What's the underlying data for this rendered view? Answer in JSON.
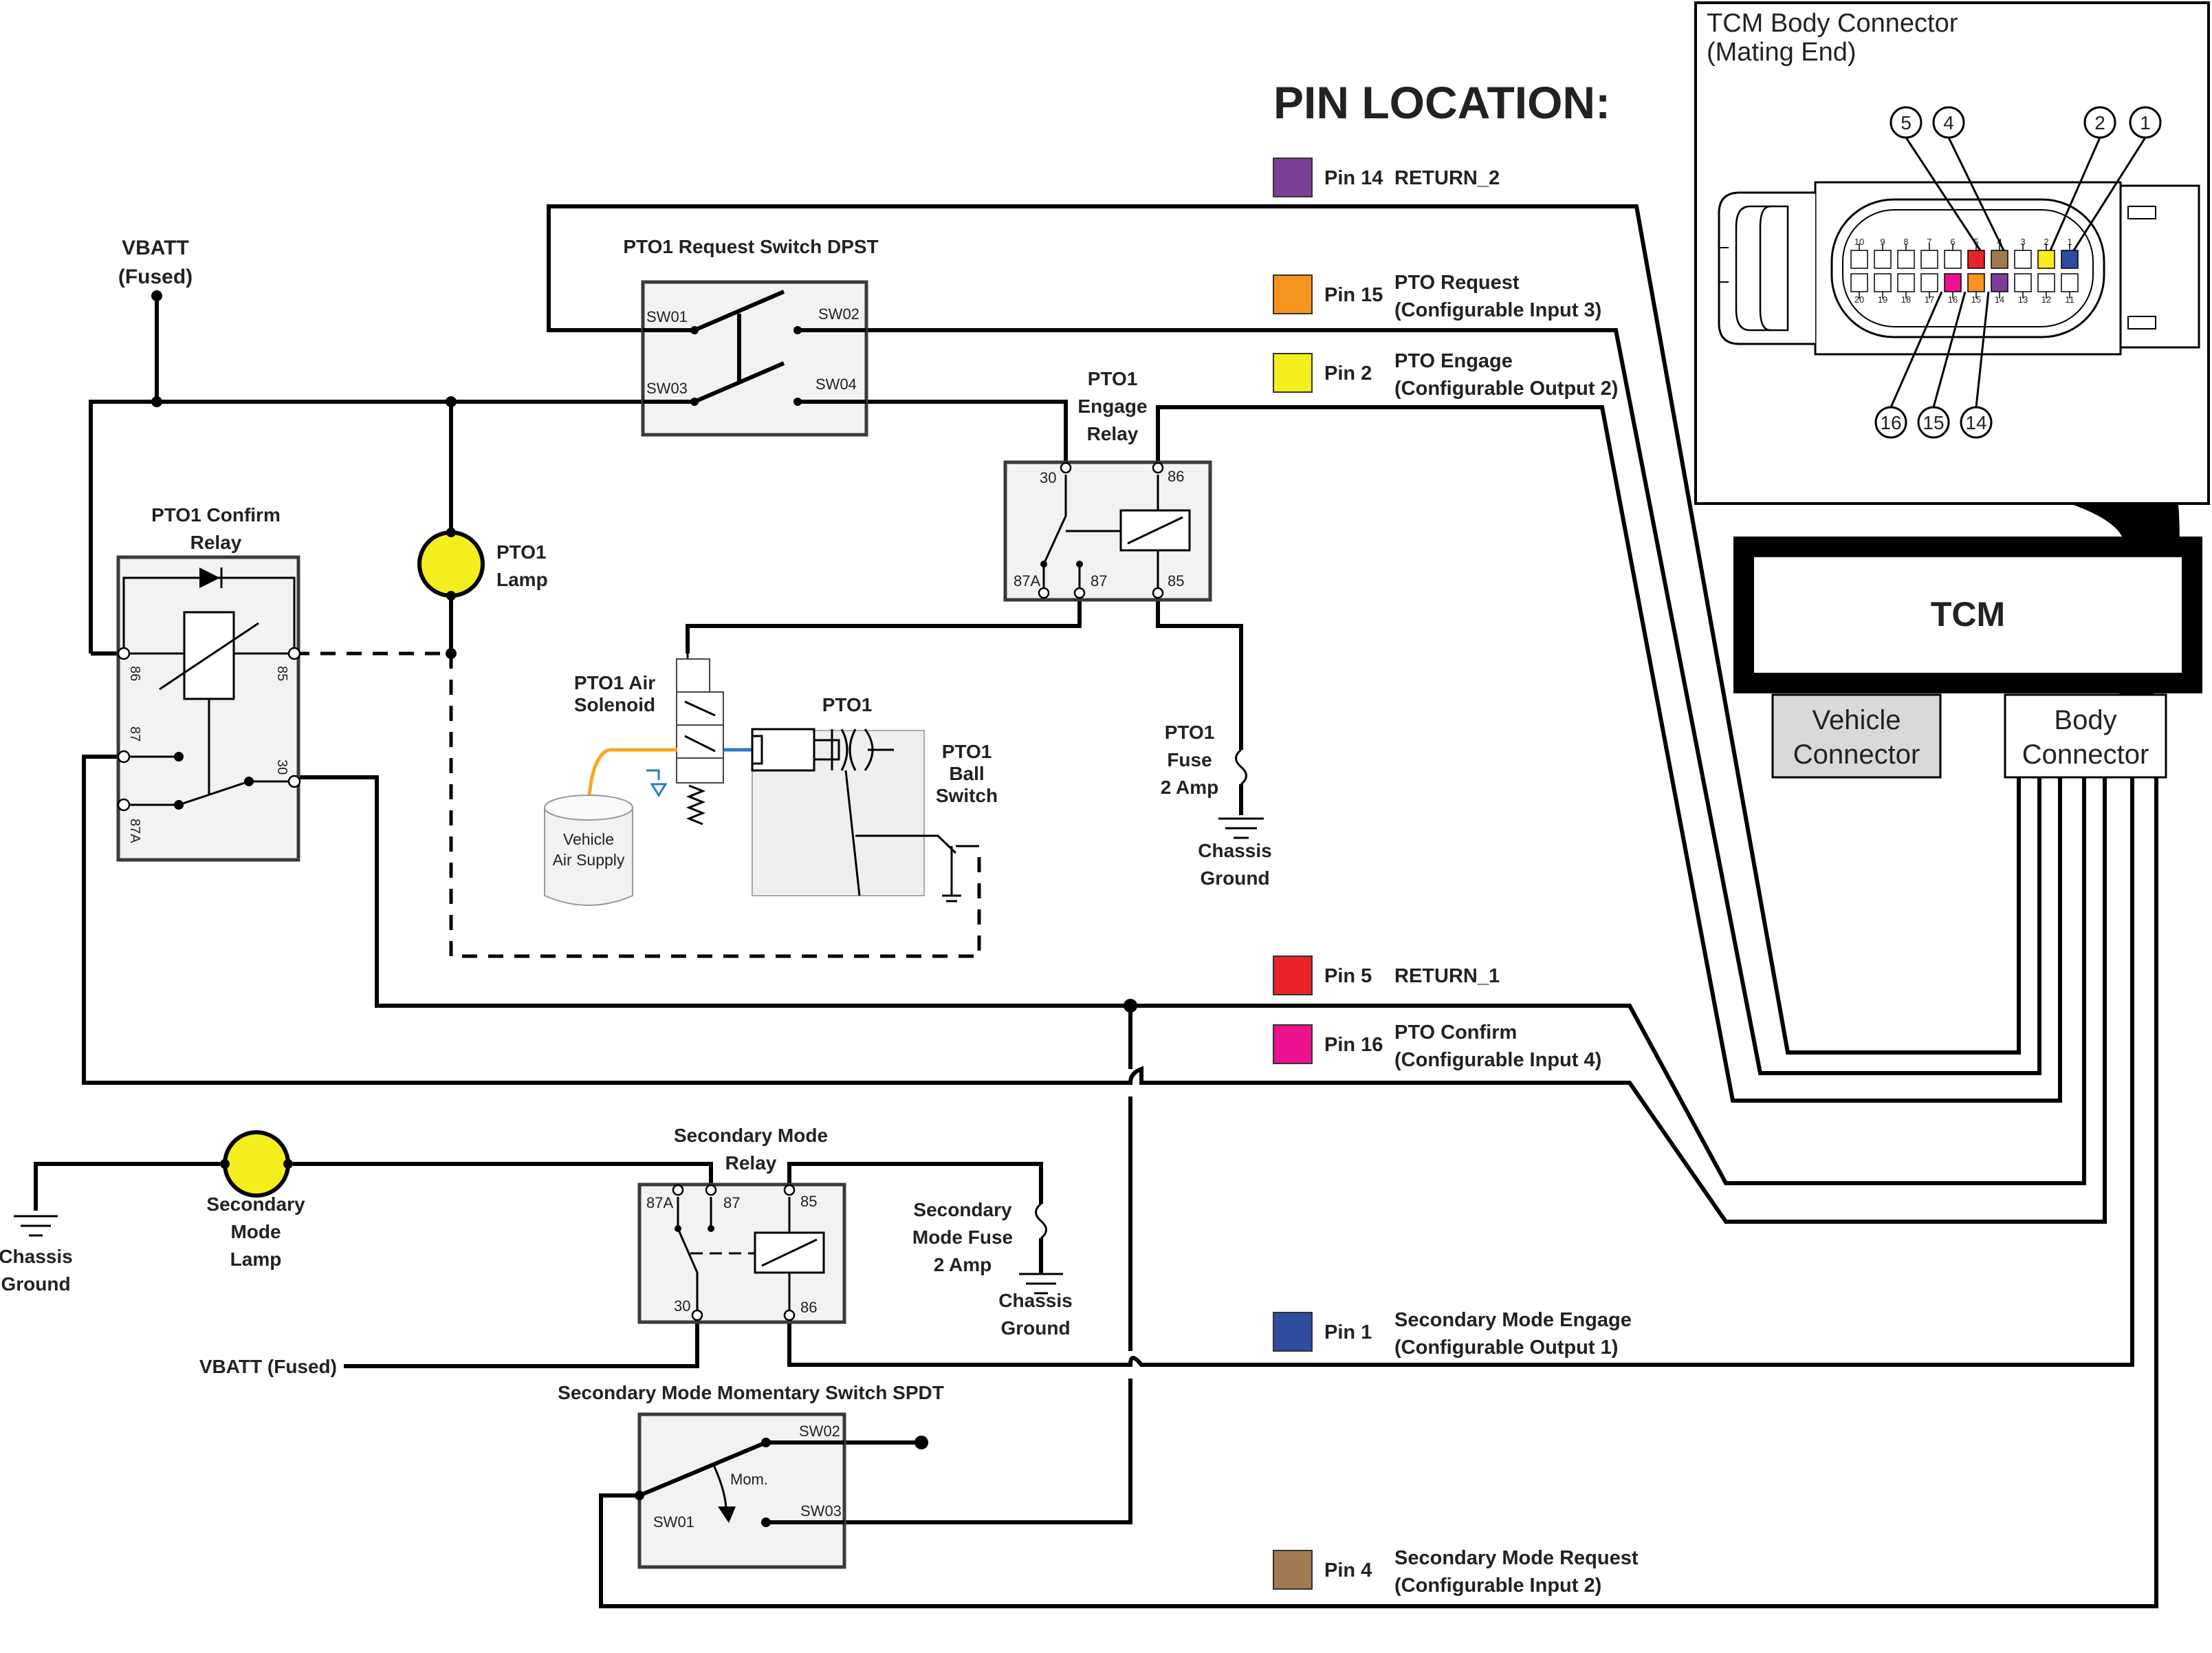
{
  "title": "PIN LOCATION:",
  "tcm": {
    "label": "TCM",
    "vehicle_connector": [
      "Vehicle",
      "Connector"
    ],
    "body_connector": [
      "Body",
      "Connector"
    ]
  },
  "inset": {
    "title_line1": "TCM Body Connector",
    "title_line2": "(Mating End)",
    "top_row_pins": [
      "10",
      "9",
      "8",
      "7",
      "6",
      "5",
      "4",
      "3",
      "2",
      "1"
    ],
    "bottom_row_pins": [
      "20",
      "19",
      "18",
      "17",
      "16",
      "15",
      "14",
      "13",
      "12",
      "11"
    ],
    "top_callouts": [
      "5",
      "4",
      "2",
      "1"
    ],
    "bottom_callouts": [
      "16",
      "15",
      "14"
    ]
  },
  "pins": [
    {
      "label": "Pin 14",
      "line1": "RETURN_2",
      "line2": "",
      "color": "#7c3f98"
    },
    {
      "label": "Pin 15",
      "line1": "PTO Request",
      "line2": "(Configurable Input 3)",
      "color": "#f7941d"
    },
    {
      "label": "Pin 2",
      "line1": "PTO Engage",
      "line2": "(Configurable Output 2)",
      "color": "#f4ee1c"
    },
    {
      "label": "Pin 5",
      "line1": "RETURN_1",
      "line2": "",
      "color": "#e8232a"
    },
    {
      "label": "Pin 16",
      "line1": "PTO Confirm",
      "line2": "(Configurable Input 4)",
      "color": "#ec118e"
    },
    {
      "label": "Pin 1",
      "line1": "Secondary Mode Engage",
      "line2": "(Configurable Output 1)",
      "color": "#2e4da0"
    },
    {
      "label": "Pin 4",
      "line1": "Secondary Mode Request",
      "line2": "(Configurable Input 2)",
      "color": "#a27a4f"
    }
  ],
  "labels": {
    "vbatt": [
      "VBATT",
      "(Fused)"
    ],
    "pto_request_switch": "PTO1 Request Switch DPST",
    "pto_engage_relay": [
      "PTO1",
      "Engage",
      "Relay"
    ],
    "pto_confirm_relay": [
      "PTO1 Confirm",
      "Relay"
    ],
    "pto_lamp": [
      "PTO1",
      "Lamp"
    ],
    "pto_air_solenoid": [
      "PTO1 Air",
      "Solenoid"
    ],
    "pto": "PTO1",
    "pto_ball_switch": [
      "PTO1",
      "Ball",
      "Switch"
    ],
    "vehicle_air_supply": [
      "Vehicle",
      "Air Supply"
    ],
    "pto_fuse": [
      "PTO1",
      "Fuse",
      "2 Amp"
    ],
    "chassis_ground": [
      "Chassis",
      "Ground"
    ],
    "secondary_mode_relay": [
      "Secondary Mode",
      "Relay"
    ],
    "secondary_mode_lamp": [
      "Secondary",
      "Mode",
      "Lamp"
    ],
    "secondary_mode_fuse": [
      "Secondary",
      "Mode Fuse",
      "2 Amp"
    ],
    "vbatt_fused": "VBATT (Fused)",
    "secondary_switch": "Secondary Mode Momentary Switch SPDT",
    "mom": "Mom."
  },
  "terminals": {
    "sw01": "SW01",
    "sw02": "SW02",
    "sw03": "SW03",
    "sw04": "SW04",
    "t30": "30",
    "t86": "86",
    "t87a": "87A",
    "t87": "87",
    "t85": "85"
  }
}
